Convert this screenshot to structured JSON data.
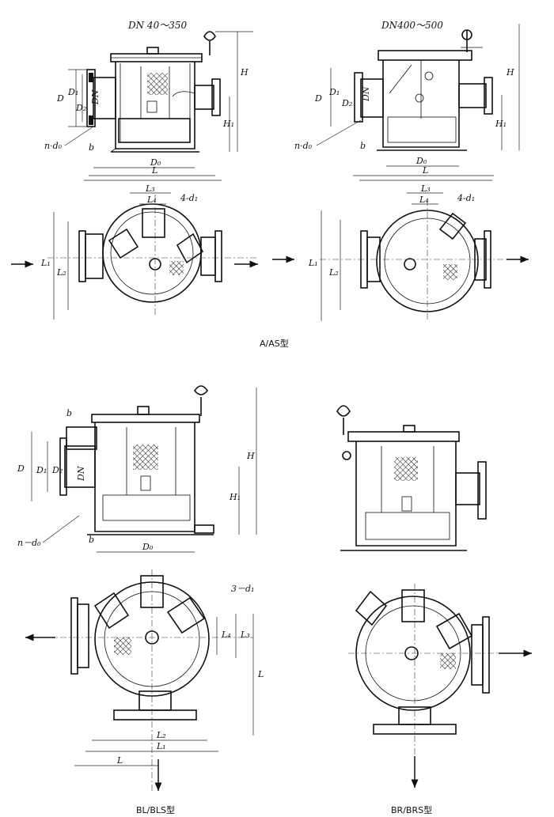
{
  "titles": {
    "as_small": "DN 40～350",
    "as_large": "DN400～500"
  },
  "captions": {
    "a_as": "A/AS型",
    "bl_bls": "BL/BLS型",
    "br_brs": "BR/BRS型"
  },
  "labels": {
    "D": "D",
    "D1": "D₁",
    "D2": "D₂",
    "D0": "D₀",
    "DN": "DN",
    "H": "H",
    "H1": "H₁",
    "L": "L",
    "L1": "L₁",
    "L2": "L₂",
    "L3": "L₃",
    "L4": "L₄",
    "b": "b",
    "nd0": "n·d₀",
    "nd0_dash": "n－d₀",
    "d1_4": "4-d₁",
    "d1_3": "3－d₁"
  }
}
